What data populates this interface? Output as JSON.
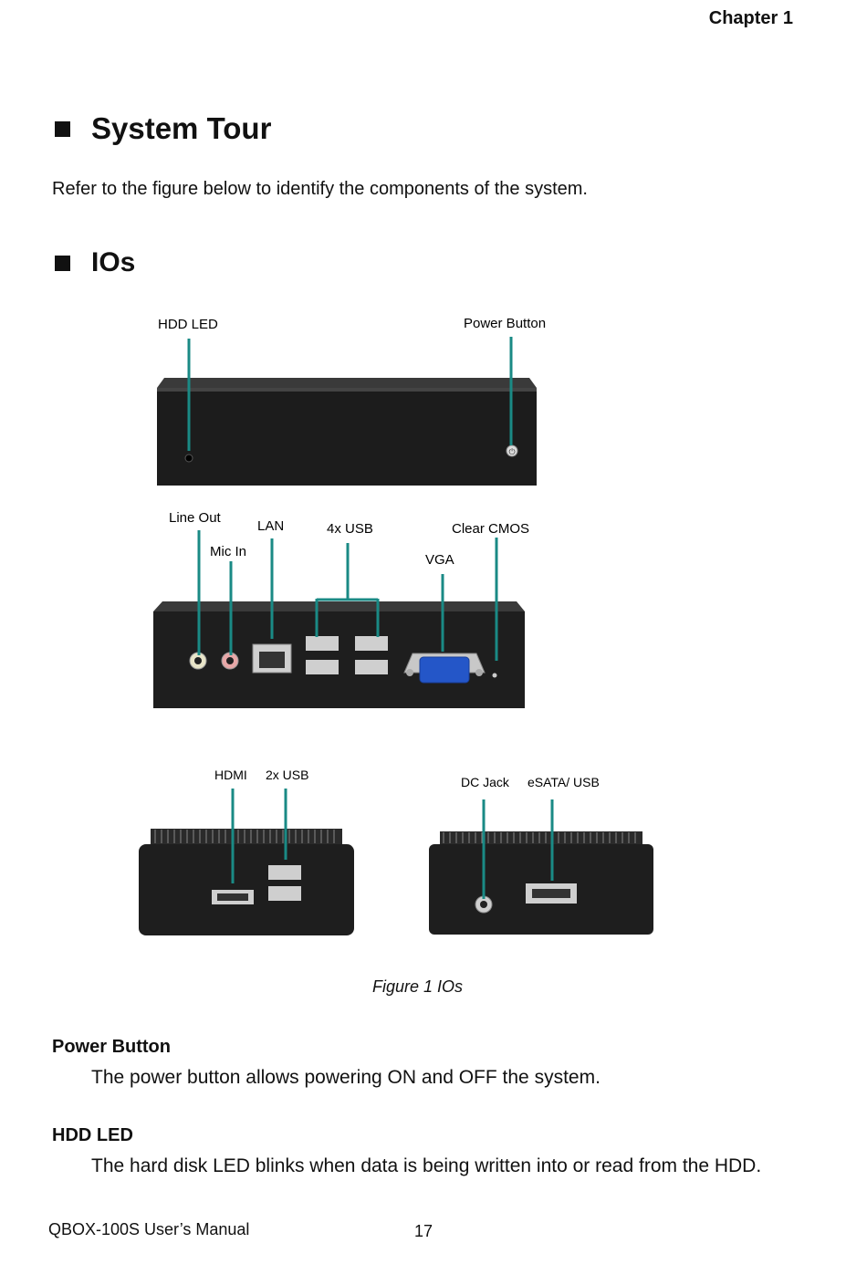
{
  "header": {
    "chapter": "Chapter  1"
  },
  "sections": {
    "system_tour": {
      "title": "System Tour",
      "intro": "Refer to the figure below to identify the components of the system."
    },
    "ios": {
      "title": "IOs"
    }
  },
  "figure": {
    "labels": {
      "hdd_led": "HDD LED",
      "power_button": "Power Button",
      "line_out": "Line Out",
      "mic_in": "Mic In",
      "lan": "LAN",
      "usb4": "4x USB",
      "clear_cmos": "Clear CMOS",
      "vga": "VGA",
      "hdmi": "HDMI",
      "usb2": "2x USB",
      "dc_jack": "DC Jack",
      "esata_usb": "eSATA/ USB"
    },
    "caption": "Figure 1 IOs",
    "callout_color": "#1a8a85"
  },
  "descriptions": {
    "power_button": {
      "title": "Power Button",
      "body": "The power button allows powering ON and OFF the system."
    },
    "hdd_led": {
      "title": "HDD LED",
      "body": "The hard disk LED blinks when data is being written into or read from the HDD."
    }
  },
  "footer": {
    "manual": "QBOX-100S User’s Manual",
    "page": "17"
  }
}
